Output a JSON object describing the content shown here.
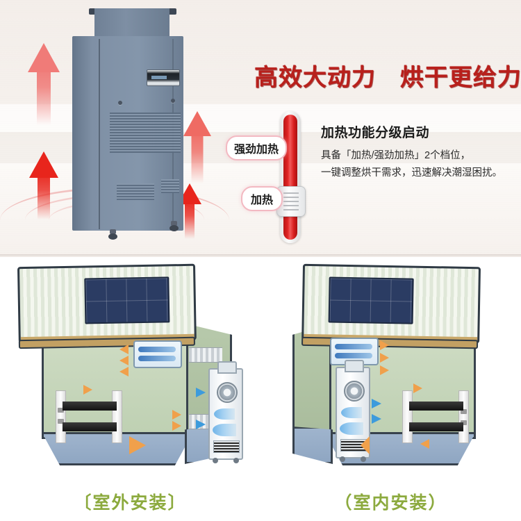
{
  "top": {
    "headline_part1": "高效大动力",
    "headline_part2": "烘干更给力",
    "headline_color": "#b8201c",
    "subhead": "加热功能分级启动",
    "body_line1": "具备「加热/强劲加热」2个档位，",
    "body_line2": "一键调整烘干需求，迅速解决潮湿困扰。",
    "callout_high": "强劲加热",
    "callout_low": "加热",
    "machine_name": "industrial-dehumidifier",
    "thermometer_fill_color": "#e02323",
    "callout_border_color": "#f3b9c2"
  },
  "bottom": {
    "left_caption": "〔室外安装〕",
    "right_caption": "（室内安装）",
    "caption_color": "#8caa3e",
    "left_scene_name": "outdoor-installation-diagram",
    "right_scene_name": "indoor-installation-diagram",
    "warm_arrow_color": "#f0a04b",
    "cool_arrow_color": "#3d9bdc"
  }
}
